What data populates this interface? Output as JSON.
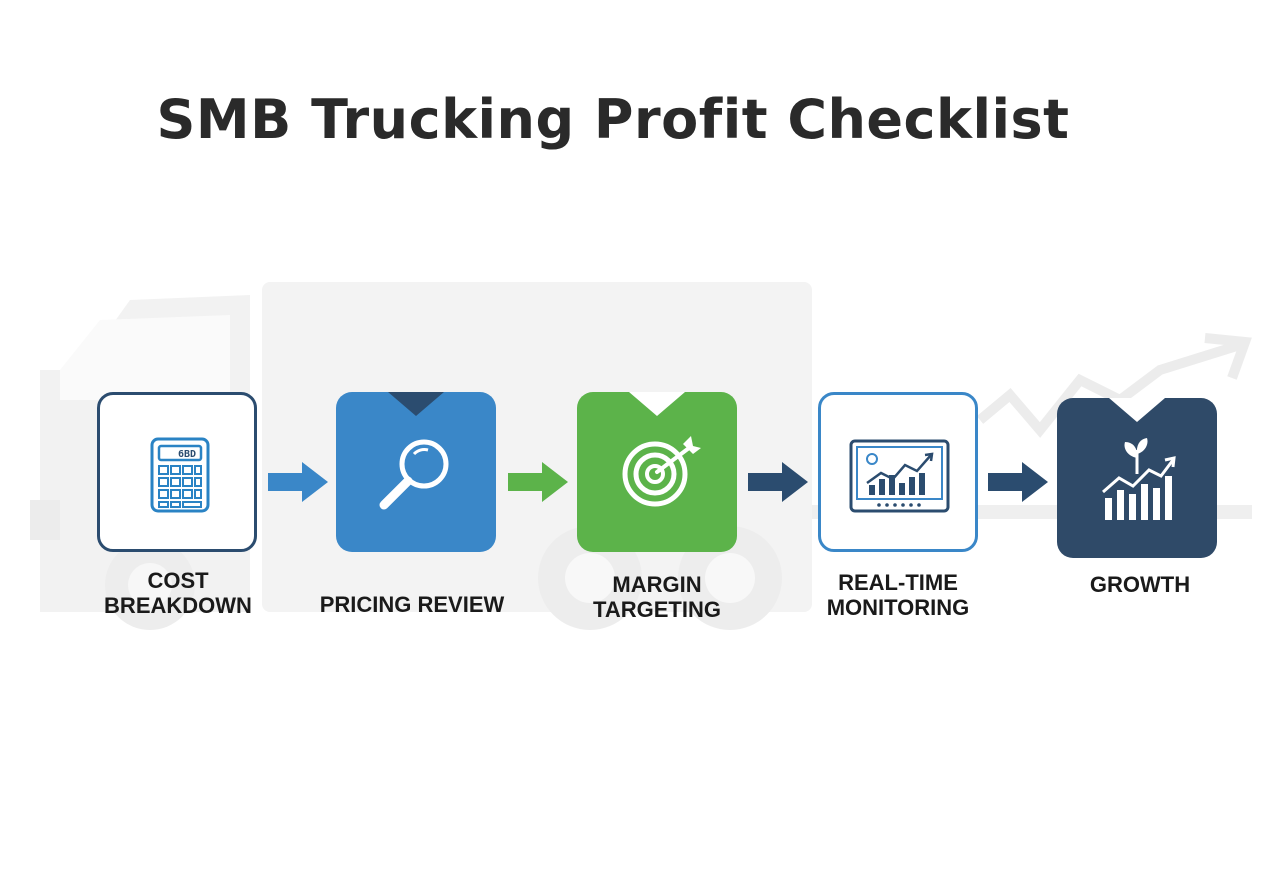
{
  "title": "SMB Trucking Profit Checklist",
  "colors": {
    "navy": "#2b4c6f",
    "blue": "#3a87c8",
    "green": "#5cb34a",
    "dark_navy": "#2f4a68",
    "truck_gray": "#f0f0f0",
    "text": "#1a1a1a"
  },
  "steps": [
    {
      "label": "COST BREAKDOWN",
      "icon": "calculator-icon",
      "display": "6BD"
    },
    {
      "label": "PRICING REVIEW",
      "icon": "magnifying-glass-icon"
    },
    {
      "label": "MARGIN TARGETING",
      "icon": "target-icon"
    },
    {
      "label": "REAL-TIME MONITORING",
      "icon": "monitor-chart-icon"
    },
    {
      "label": "GROWTH",
      "icon": "growth-chart-icon"
    }
  ]
}
